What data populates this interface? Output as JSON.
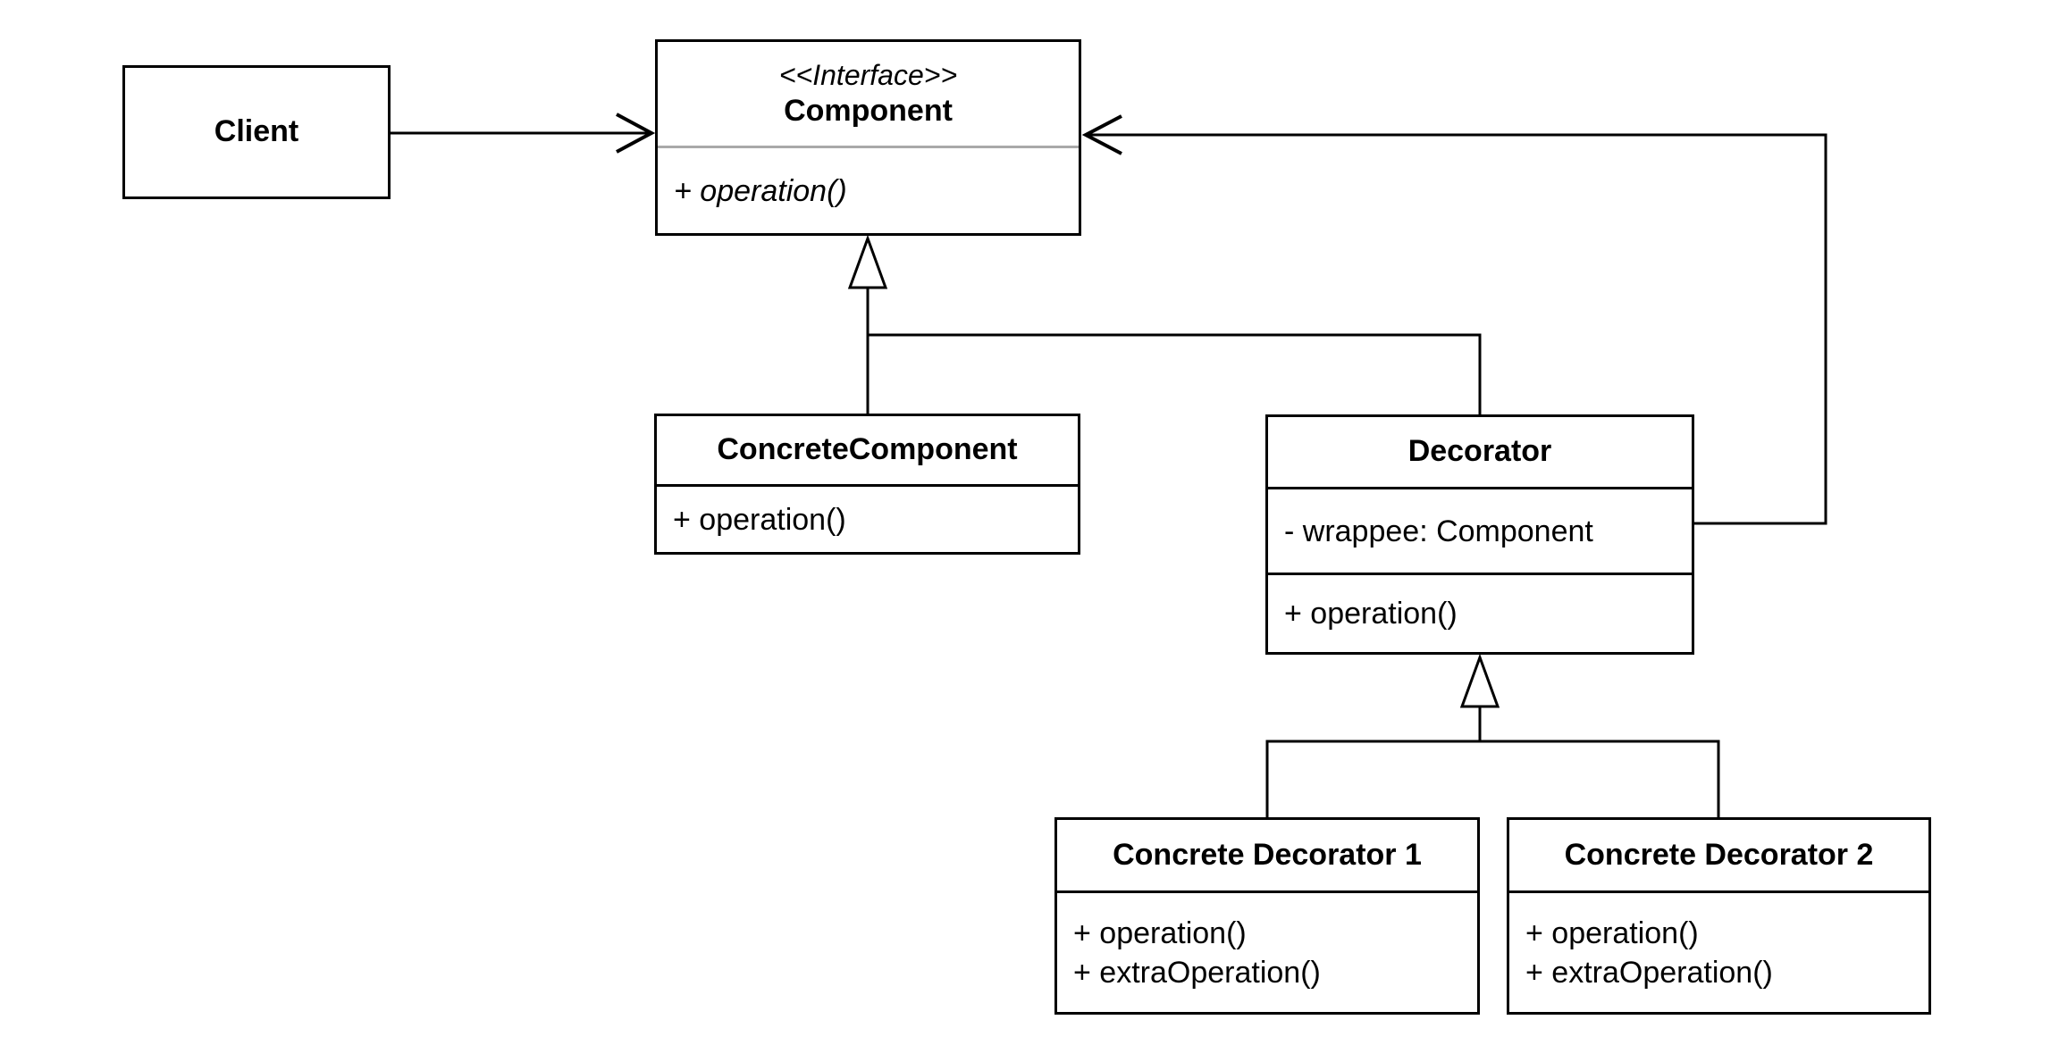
{
  "diagram": {
    "type": "uml-class-diagram",
    "colors": {
      "stroke": "#000000",
      "interface_divider": "#a9a9a9",
      "background": "#ffffff"
    },
    "classes": {
      "client": {
        "name": "Client"
      },
      "component": {
        "stereotype": "<<Interface>>",
        "name": "Component",
        "methods": [
          "+ operation()"
        ]
      },
      "concrete_component": {
        "name": "ConcreteComponent",
        "methods": [
          "+ operation()"
        ]
      },
      "decorator": {
        "name": "Decorator",
        "attributes": [
          "- wrappee: Component"
        ],
        "methods": [
          "+ operation()"
        ]
      },
      "concrete_decorator_1": {
        "name": "Concrete Decorator 1",
        "methods": [
          "+ operation()",
          "+ extraOperation()"
        ]
      },
      "concrete_decorator_2": {
        "name": "Concrete Decorator 2",
        "methods": [
          "+ operation()",
          "+ extraOperation()"
        ]
      }
    },
    "relationships": [
      {
        "from": "Client",
        "to": "Component",
        "type": "association"
      },
      {
        "from": "Decorator",
        "to": "Component",
        "type": "association"
      },
      {
        "from": "ConcreteComponent",
        "to": "Component",
        "type": "generalization"
      },
      {
        "from": "Decorator",
        "to": "Component",
        "type": "generalization"
      },
      {
        "from": "Concrete Decorator 1",
        "to": "Decorator",
        "type": "generalization"
      },
      {
        "from": "Concrete Decorator 2",
        "to": "Decorator",
        "type": "generalization"
      }
    ]
  }
}
